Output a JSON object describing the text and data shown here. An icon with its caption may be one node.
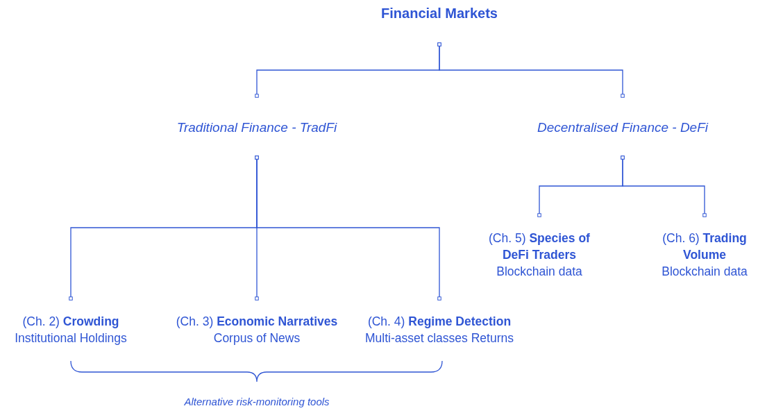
{
  "diagram": {
    "nodes": [
      {
        "text": [
          "Financial Markets"
        ]
      },
      {
        "text": [
          "Traditional Finance - TradFi"
        ]
      },
      {
        "text": [
          "Decentralised Finance - DeFi"
        ]
      },
      {
        "text": [
          "(Ch. 2) **Crowding**",
          "Institutional Holdings"
        ]
      },
      {
        "text": [
          "(Ch. 3) **Economic Narratives**",
          "Corpus of News"
        ]
      },
      {
        "text": [
          "(Ch. 4) **Regime Detection**",
          "Multi-asset classes Returns"
        ]
      },
      {
        "text": [
          "(Ch. 5) **Species of DeFi Traders**",
          "Blockchain data"
        ]
      },
      {
        "text": [
          "(Ch. 6) **Trading Volume**",
          "Blockchain data"
        ]
      }
    ],
    "edges": [
      {
        "from": 0,
        "to": 1,
        "arrow": "other"
      },
      {
        "from": 0,
        "to": 2,
        "arrow": "other"
      },
      {
        "from": 1,
        "to": 3,
        "arrow": "other"
      },
      {
        "from": 1,
        "to": 4,
        "arrow": "other"
      },
      {
        "from": 1,
        "to": 5,
        "arrow": "other"
      },
      {
        "from": 2,
        "to": 6,
        "arrow": "other"
      },
      {
        "from": 2,
        "to": 7,
        "arrow": "other"
      }
    ],
    "labels": [
      "Alternative risk-monitoring tools"
    ]
  }
}
